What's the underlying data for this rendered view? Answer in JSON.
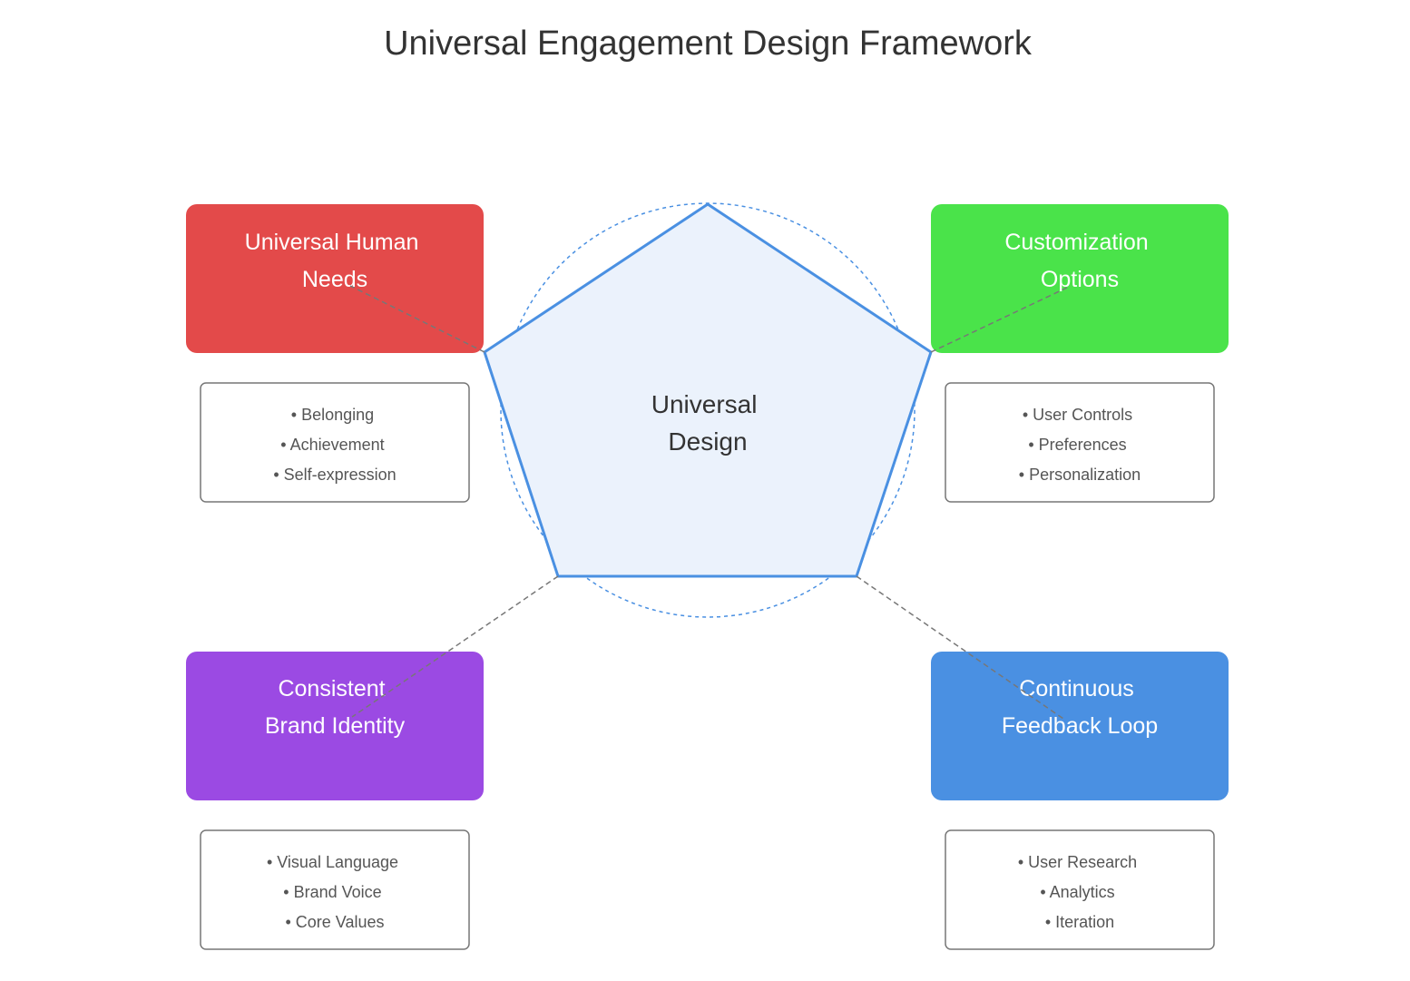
{
  "title": "Universal Engagement Design Framework",
  "center": {
    "lines": [
      "Universal",
      "Design"
    ],
    "fill_color": "#EBF2FC",
    "stroke_color": "#4A90E2"
  },
  "pillars": [
    {
      "id": "human-needs",
      "lines": [
        "Universal Human",
        "Needs"
      ],
      "color": "#E34A4A",
      "details": [
        "• Belonging",
        "• Achievement",
        "• Self-expression"
      ]
    },
    {
      "id": "customization",
      "lines": [
        "Customization",
        "Options"
      ],
      "color": "#4AE34A",
      "details": [
        "• User Controls",
        "• Preferences",
        "• Personalization"
      ]
    },
    {
      "id": "brand-identity",
      "lines": [
        "Consistent",
        "Brand Identity"
      ],
      "color": "#9B4AE3",
      "details": [
        "• Visual Language",
        "• Brand Voice",
        "• Core Values"
      ]
    },
    {
      "id": "feedback-loop",
      "lines": [
        "Continuous",
        "Feedback Loop"
      ],
      "color": "#4A90E2",
      "details": [
        "• User Research",
        "• Analytics",
        "• Iteration"
      ]
    }
  ]
}
